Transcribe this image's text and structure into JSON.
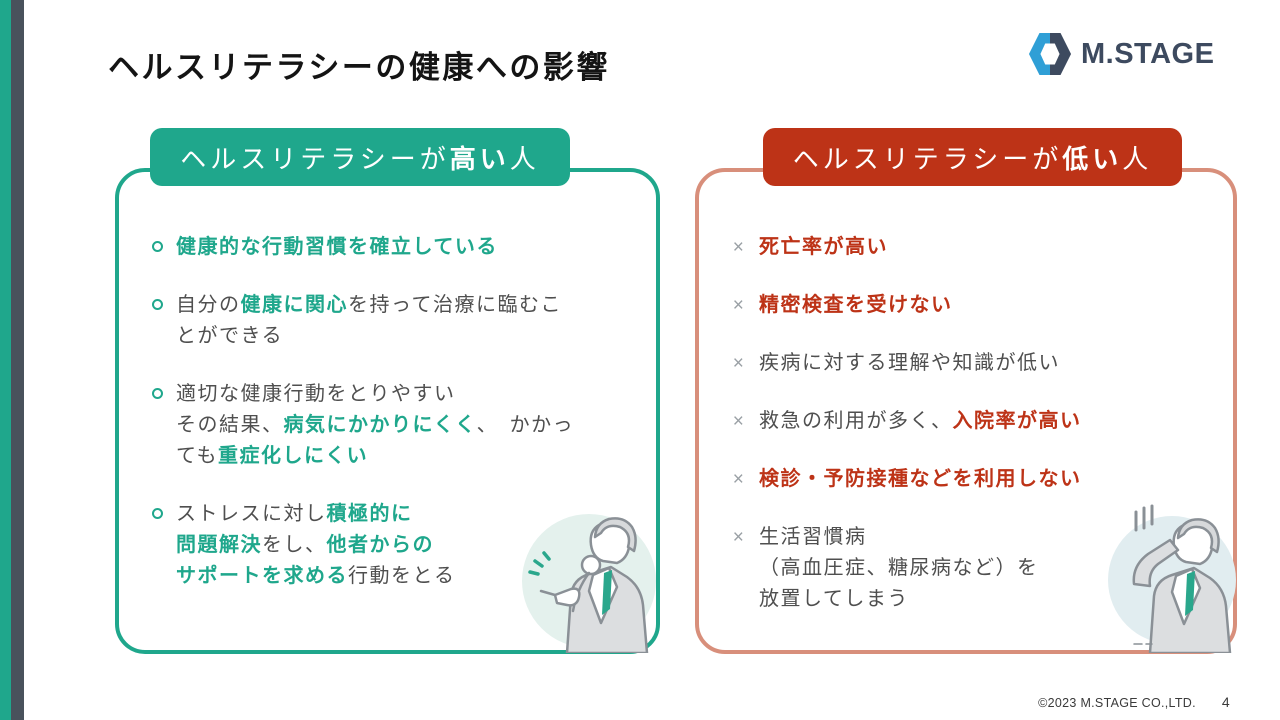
{
  "slide": {
    "title": "ヘルスリテラシーの健康への影響",
    "footer": "©2023 M.STAGE CO.,LTD.",
    "page_number": "4"
  },
  "logo": {
    "text": "M.STAGE"
  },
  "markers": {
    "circle": "○",
    "cross": "×"
  },
  "colors": {
    "teal": "#1fa78c",
    "teal_dark_bar": "#49525c",
    "teal_circle_bg": "#e4f1ed",
    "red": "#bd3317",
    "red_border": "#d88f7b",
    "blue_circle_bg": "#e1edf0",
    "text_gray": "#4f4f4f",
    "marker_gray": "#9aa0a5",
    "logo_blue": "#2f9fd6",
    "logo_navy": "#3d4a5f"
  },
  "left_panel": {
    "header": [
      {
        "t": "ヘルスリテラシーが"
      },
      {
        "t": "高い",
        "b": 1
      },
      {
        "t": "人"
      }
    ],
    "items": [
      [
        {
          "t": "健康的な行動習慣を確立している",
          "b": 1,
          "c": "teal"
        }
      ],
      [
        {
          "t": "自分の"
        },
        {
          "t": "健康に関心",
          "b": 1,
          "c": "teal"
        },
        {
          "t": "を持って治療に臨むこ\nとができる"
        }
      ],
      [
        {
          "t": "適切な健康行動をとりやすい\nその結果、"
        },
        {
          "t": "病気にかかりにくく",
          "b": 1,
          "c": "teal"
        },
        {
          "t": "、　かかっ\nても"
        },
        {
          "t": "重症化しにくい",
          "b": 1,
          "c": "teal"
        }
      ],
      [
        {
          "t": "ストレスに対し"
        },
        {
          "t": "積極的に\n問題解決",
          "b": 1,
          "c": "teal"
        },
        {
          "t": "をし、"
        },
        {
          "t": "他者からの\nサポートを求める",
          "b": 1,
          "c": "teal"
        },
        {
          "t": "行動をとる"
        }
      ]
    ]
  },
  "right_panel": {
    "header": [
      {
        "t": "ヘルスリテラシーが"
      },
      {
        "t": "低い",
        "b": 1
      },
      {
        "t": "人"
      }
    ],
    "items": [
      [
        {
          "t": "死亡率が高い",
          "b": 1,
          "c": "red"
        }
      ],
      [
        {
          "t": "精密検査を受けない",
          "b": 1,
          "c": "red"
        }
      ],
      [
        {
          "t": "疾病に対する理解や知識が低い"
        }
      ],
      [
        {
          "t": "救急の利用が多く、"
        },
        {
          "t": "入院率が高い",
          "b": 1,
          "c": "red"
        }
      ],
      [
        {
          "t": "検診・予防接種などを利用しない",
          "b": 1,
          "c": "red"
        }
      ],
      [
        {
          "t": "生活習慣病\n（高血圧症、糖尿病など）を\n放置してしまう"
        }
      ]
    ]
  }
}
